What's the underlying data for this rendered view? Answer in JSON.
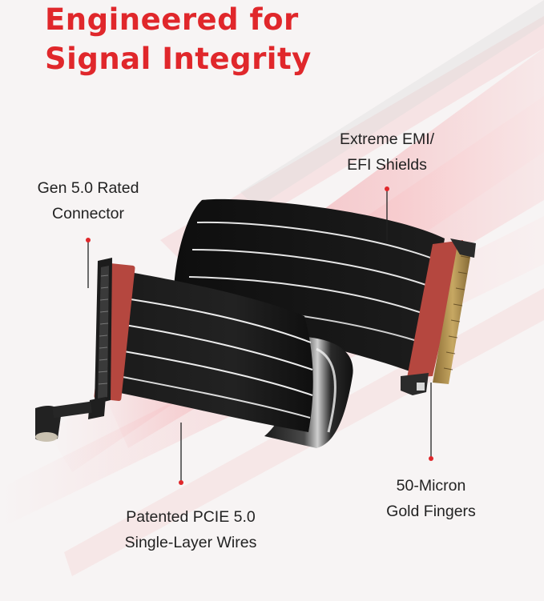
{
  "headline": {
    "line1": "Engineered for",
    "line2": "Signal Integrity"
  },
  "callouts": {
    "emi": {
      "line1": "Extreme EMI/",
      "line2": "EFI Shields"
    },
    "connector": {
      "line1": "Gen 5.0 Rated",
      "line2": "Connector"
    },
    "gold": {
      "line1": "50-Micron",
      "line2": "Gold Fingers"
    },
    "wires": {
      "line1": "Patented PCIE 5.0",
      "line2": "Single-Layer Wires"
    }
  },
  "colors": {
    "brand_red": "#e0272b",
    "background": "#f7f4f4",
    "cable_black": "#141414",
    "connector_copper": "#b5473f",
    "gold": "#a8894a"
  }
}
